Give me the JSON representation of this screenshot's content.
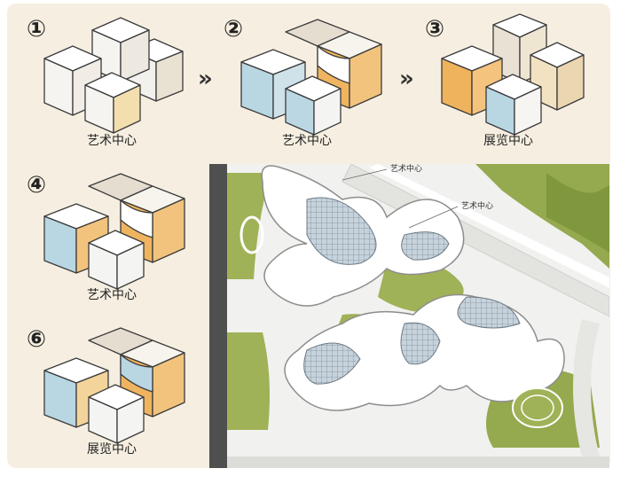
{
  "nodes": [
    {
      "id": "1",
      "step": "①",
      "label": "艺术中心"
    },
    {
      "id": "2",
      "step": "②",
      "label": "艺术中心"
    },
    {
      "id": "3",
      "step": "③",
      "label": "展览中心"
    },
    {
      "id": "4",
      "step": "④",
      "label": "艺术中心"
    },
    {
      "id": "6",
      "step": "⑥",
      "label": "展览中心"
    }
  ],
  "arrows": [
    "»",
    "»"
  ],
  "plan_labels": [
    "艺术中心",
    "艺术中心"
  ]
}
